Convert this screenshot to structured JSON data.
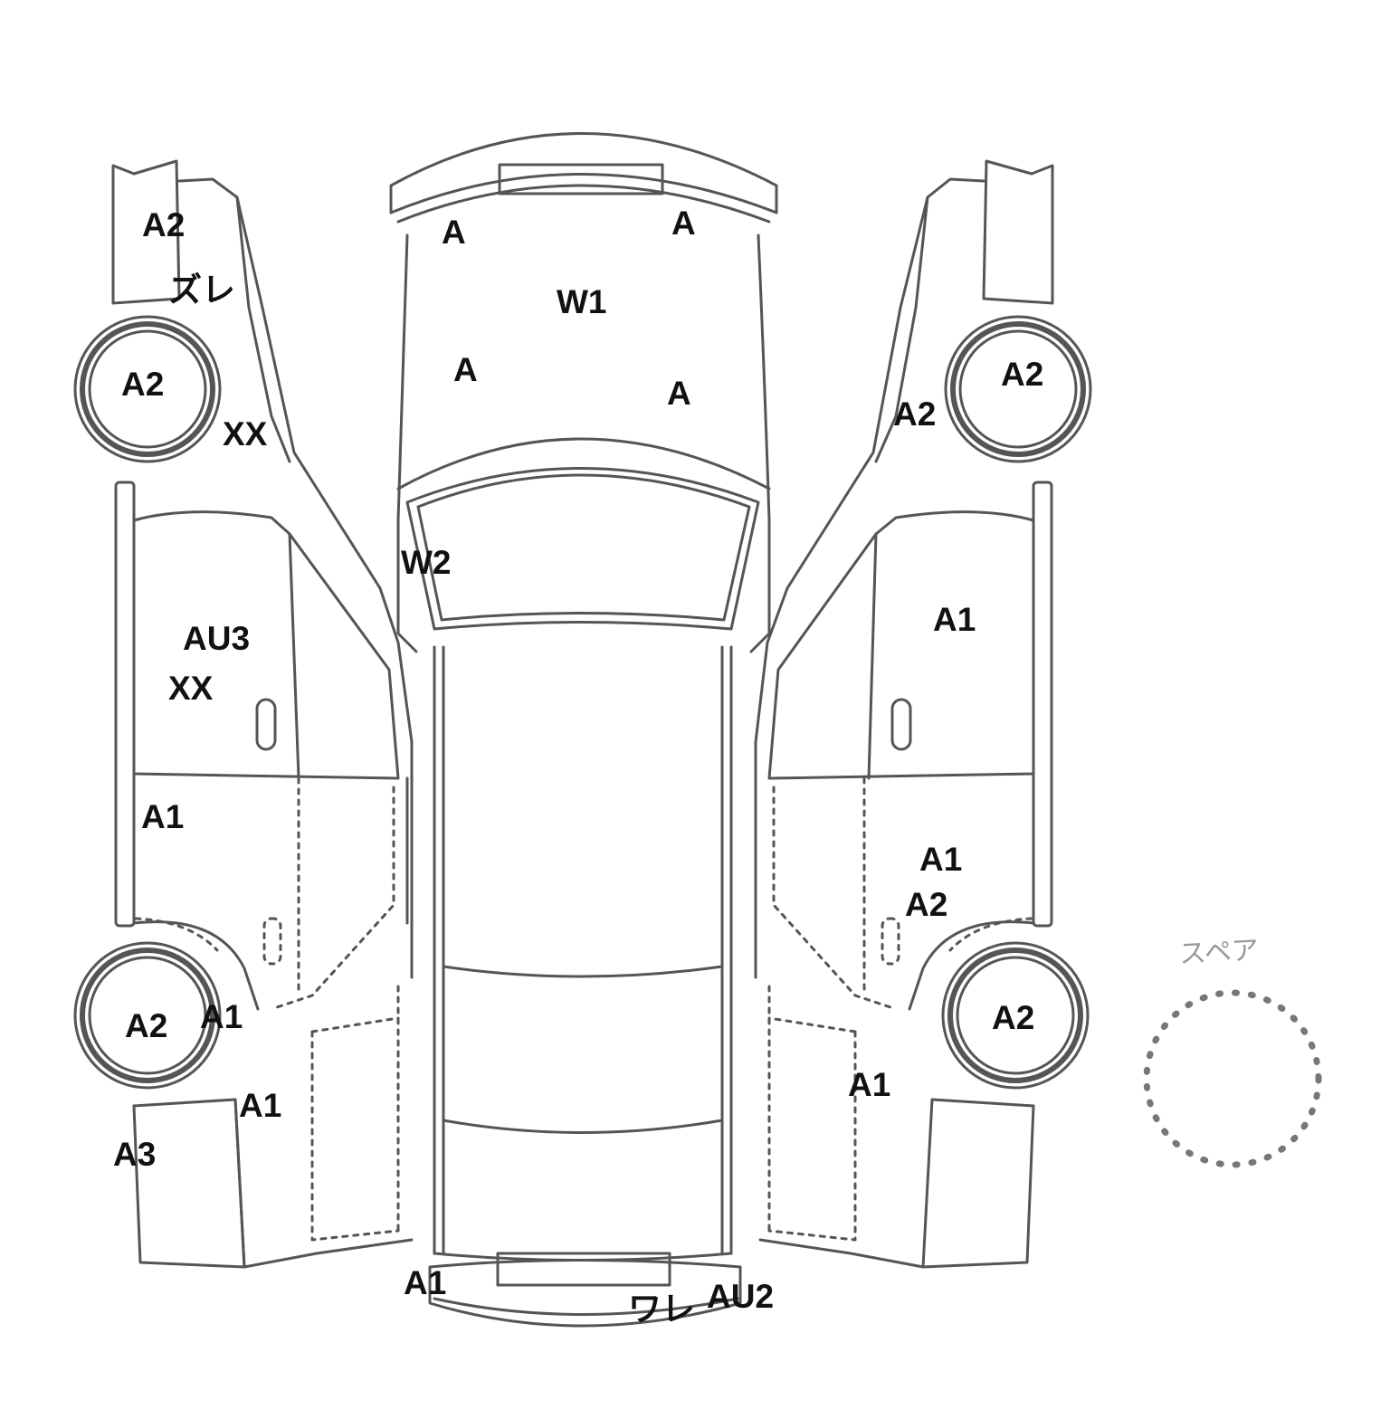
{
  "spare_label": "スペア",
  "marks": {
    "left_front_fender": "A2",
    "left_front_fender_2": "ズレ",
    "left_front_wheel": "A2",
    "left_front_pillar": "XX",
    "left_front_door": "AU3",
    "left_front_door_2": "XX",
    "left_rear_door": "A1",
    "left_rear_wheel": "A2",
    "left_rear_arch": "A1",
    "left_quarter": "A1",
    "left_rear_bumper": "A3",
    "hood_left_top": "A",
    "hood_right_top": "A",
    "hood_center": "W1",
    "hood_left": "A",
    "hood_right": "A",
    "windshield": "W2",
    "rear_bumper_left": "A1",
    "rear_bumper_center": "ワレ",
    "rear_bumper_right": "AU2",
    "right_front_wheel": "A2",
    "right_front_fender": "A2",
    "right_front_door": "A1",
    "right_rear_door": "A1",
    "right_rear_door_2": "A2",
    "right_rear_wheel": "A2",
    "right_quarter": "A1"
  }
}
